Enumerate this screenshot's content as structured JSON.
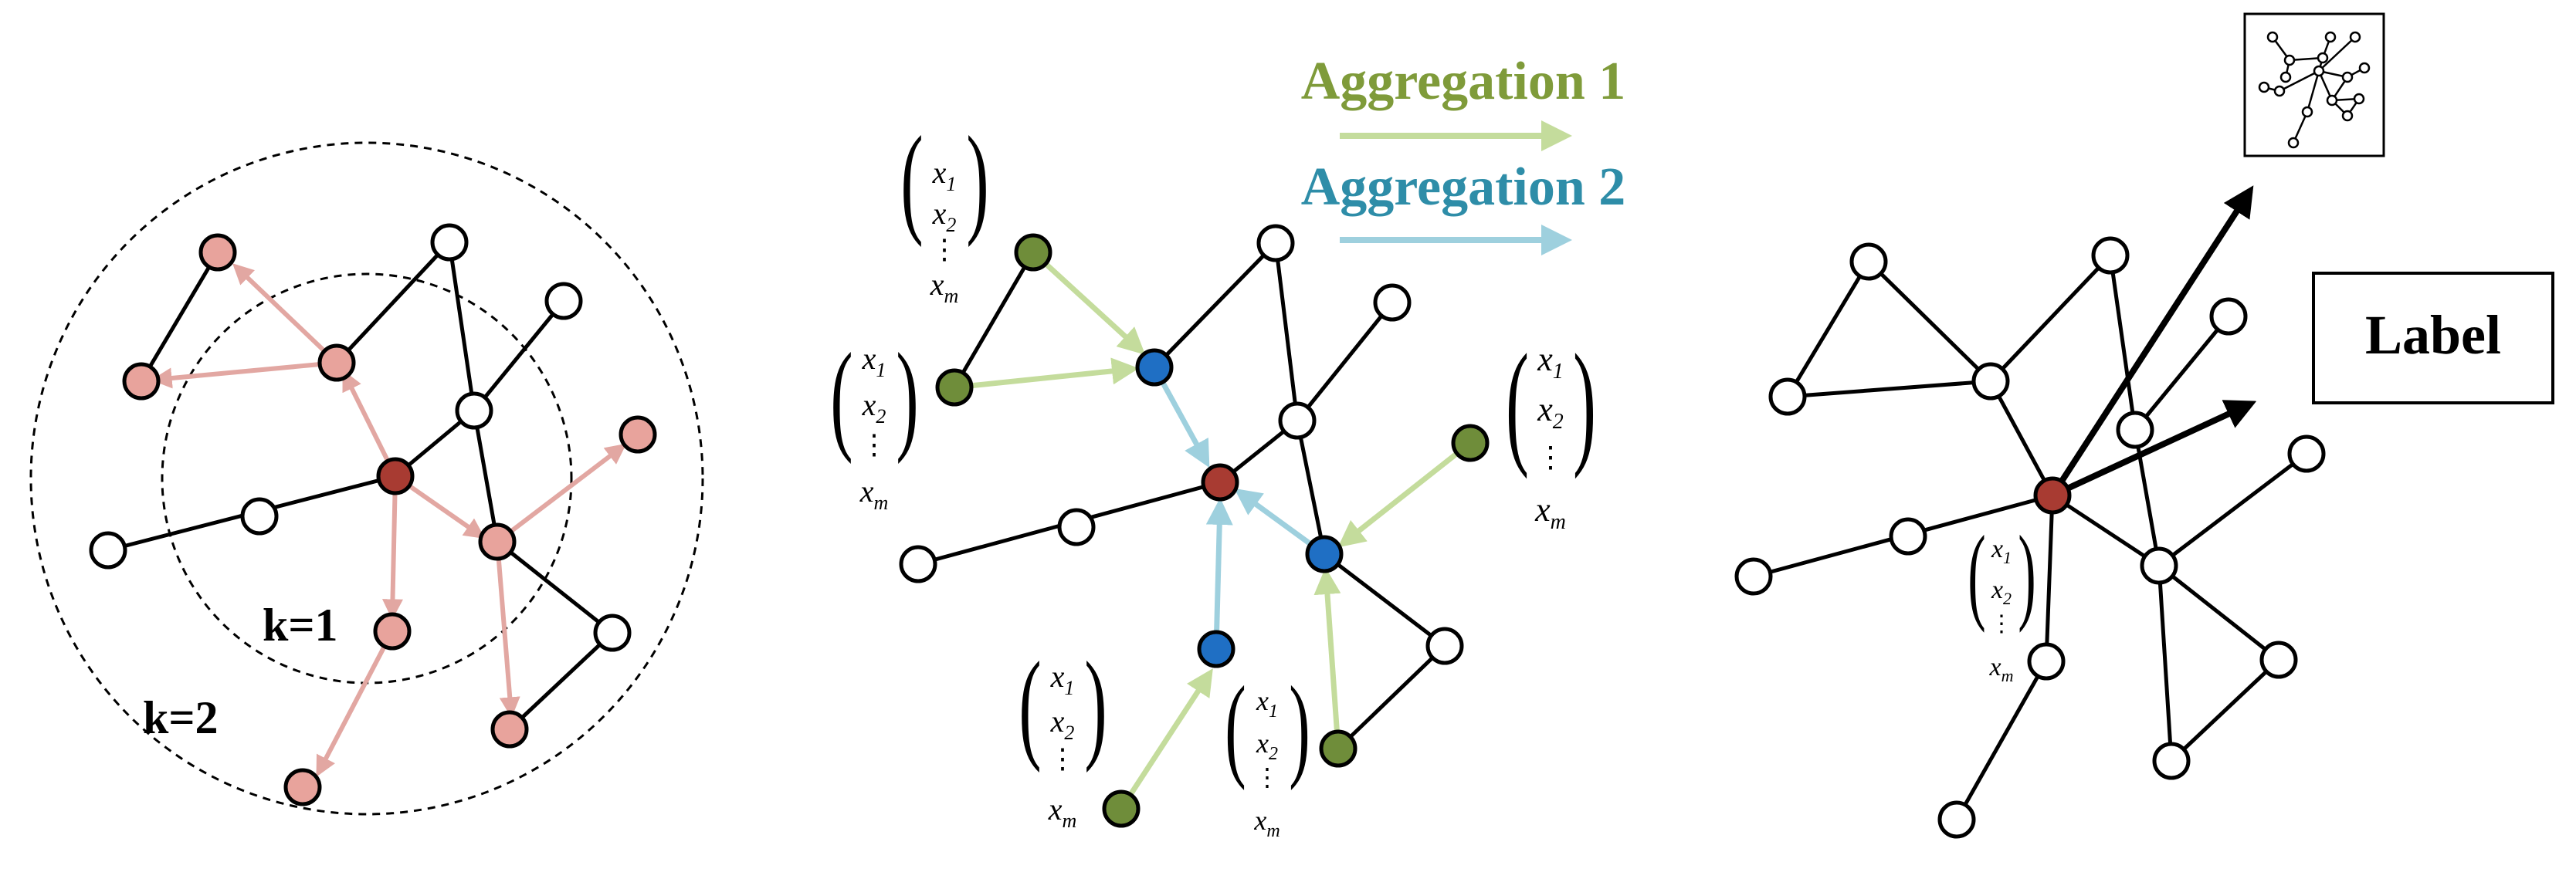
{
  "panel_left": {
    "inner_ring_label": "k=1",
    "outer_ring_label": "k=2",
    "colors": {
      "center": "#a83b32",
      "neighbor": "#e8a39c",
      "arrow": "#e2a7a2"
    }
  },
  "panel_middle": {
    "legend": [
      {
        "label": "Aggregation 1",
        "color": "#7f9b3a",
        "arrow_color": "#c4dc9c"
      },
      {
        "label": "Aggregation 2",
        "color": "#2e8da8",
        "arrow_color": "#9ed0de"
      }
    ],
    "colors": {
      "center": "#a83b32",
      "hop1": "#1f6fc4",
      "hop2": "#6f8d3a"
    }
  },
  "panel_right": {
    "output_label": "Label",
    "colors": {
      "center": "#a83b32"
    }
  },
  "feature_vector": {
    "entries": [
      "x1",
      "x2",
      "⋮",
      "xm"
    ],
    "main": [
      "x",
      "x",
      "⋮",
      "x"
    ],
    "subscripts": [
      "1",
      "2",
      "",
      "m"
    ]
  }
}
